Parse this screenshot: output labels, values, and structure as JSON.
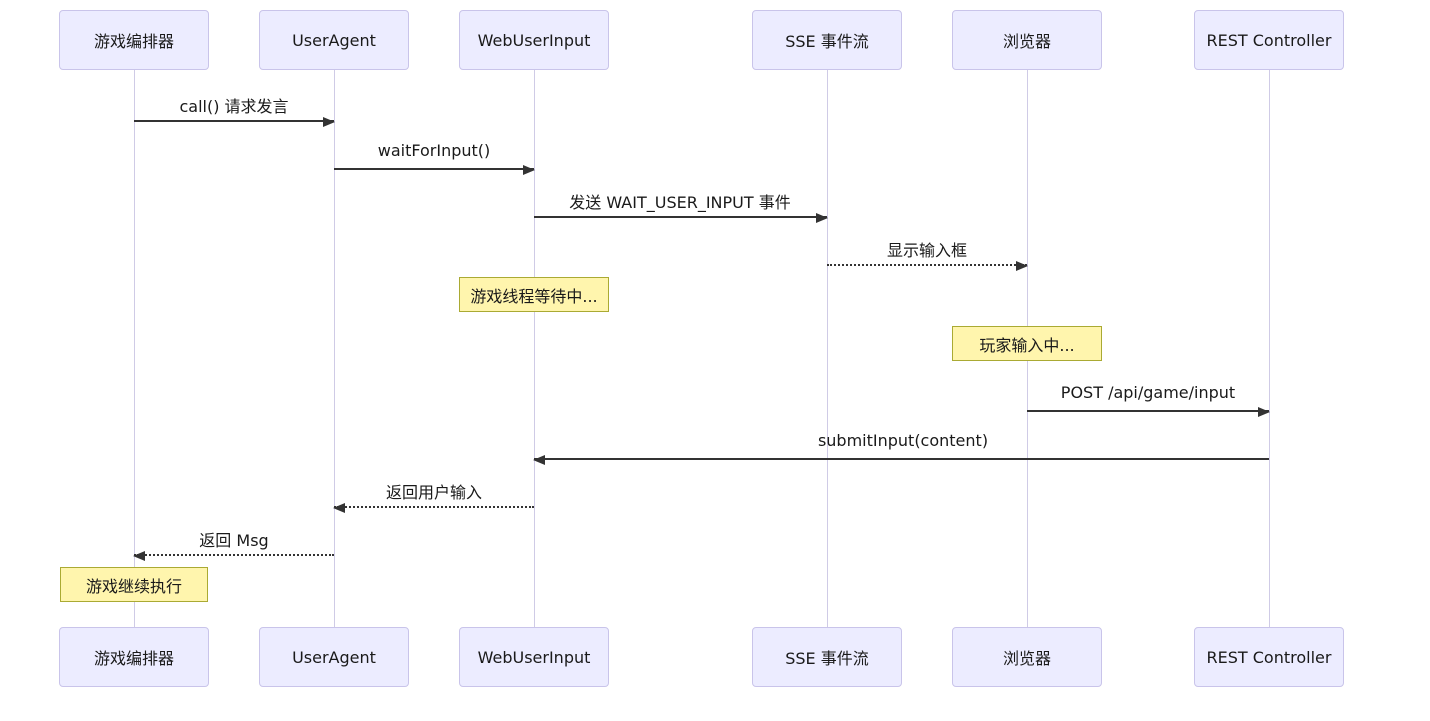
{
  "diagram": {
    "type": "sequence-diagram",
    "participants": [
      {
        "id": "orchestrator",
        "label": "游戏编排器"
      },
      {
        "id": "useragent",
        "label": "UserAgent"
      },
      {
        "id": "webuserinput",
        "label": "WebUserInput"
      },
      {
        "id": "sse",
        "label": "SSE 事件流"
      },
      {
        "id": "browser",
        "label": "浏览器"
      },
      {
        "id": "rest",
        "label": "REST Controller"
      }
    ],
    "messages": [
      {
        "from": "游戏编排器",
        "to": "UserAgent",
        "label": "call() 请求发言",
        "style": "solid",
        "direction": "right"
      },
      {
        "from": "UserAgent",
        "to": "WebUserInput",
        "label": "waitForInput()",
        "style": "solid",
        "direction": "right"
      },
      {
        "from": "WebUserInput",
        "to": "SSE 事件流",
        "label": "发送 WAIT_USER_INPUT 事件",
        "style": "solid",
        "direction": "right"
      },
      {
        "from": "SSE 事件流",
        "to": "浏览器",
        "label": "显示输入框",
        "style": "dotted",
        "direction": "right"
      },
      {
        "from": "浏览器",
        "to": "REST Controller",
        "label": "POST /api/game/input",
        "style": "solid",
        "direction": "right"
      },
      {
        "from": "REST Controller",
        "to": "WebUserInput",
        "label": "submitInput(content)",
        "style": "solid",
        "direction": "left"
      },
      {
        "from": "WebUserInput",
        "to": "UserAgent",
        "label": "返回用户输入",
        "style": "dotted",
        "direction": "left"
      },
      {
        "from": "UserAgent",
        "to": "游戏编排器",
        "label": "返回 Msg",
        "style": "dotted",
        "direction": "left"
      }
    ],
    "notes": [
      {
        "over": "WebUserInput",
        "label": "游戏线程等待中..."
      },
      {
        "over": "浏览器",
        "label": "玩家输入中..."
      },
      {
        "over": "游戏编排器",
        "label": "游戏继续执行"
      }
    ],
    "colors": {
      "actor_fill": "#ececff",
      "actor_border": "#c9c4ea",
      "lifeline": "#cfcbe6",
      "note_fill": "#fff5ad",
      "note_border": "#aaaa33",
      "arrow": "#333333",
      "text": "#1a1a1a"
    }
  }
}
